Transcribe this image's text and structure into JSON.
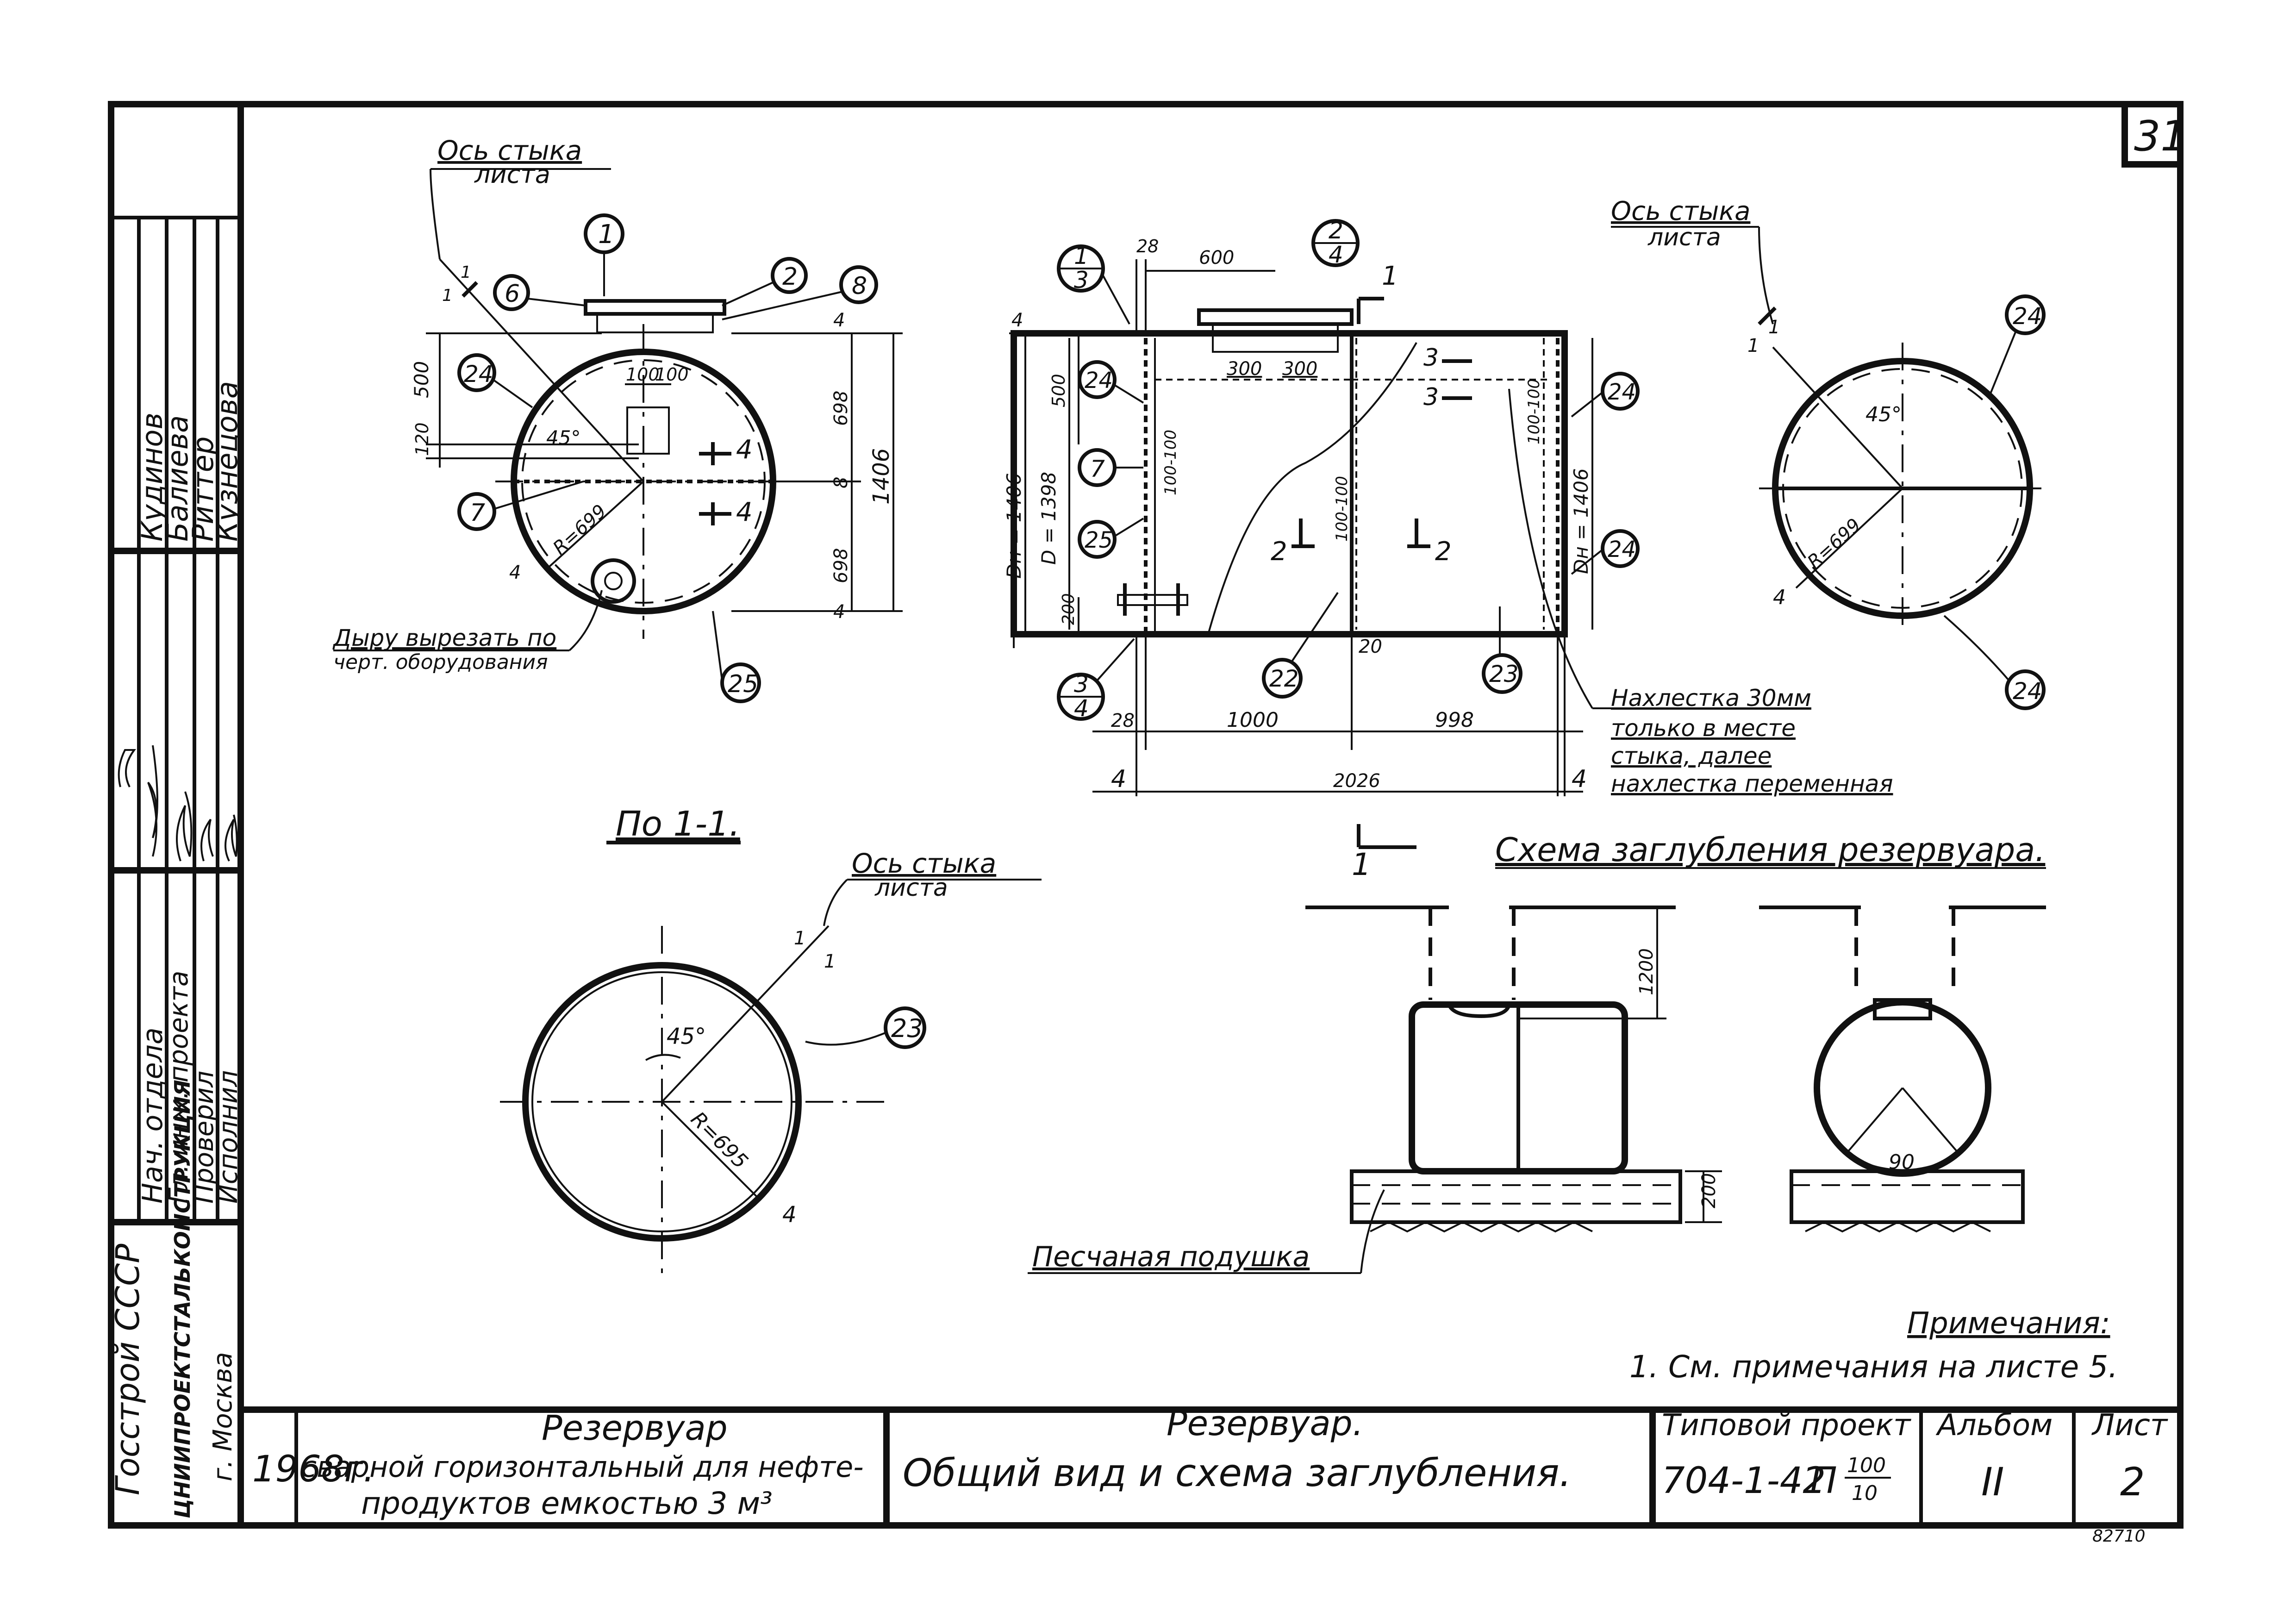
{
  "sheet_number_corner": "31",
  "stamp": {
    "org_lines": [
      "Госстрой СССР",
      "ЦНИИПРОЕКТСТАЛЬКОНСТРУКЦИЯ",
      "г. Москва"
    ],
    "roles": [
      "Нач. отдела",
      "Гл. инж. проекта",
      "Проверил",
      "Исполнил"
    ],
    "names": [
      "Кудинов",
      "Балиева",
      "Риттер",
      "Кузнецова"
    ]
  },
  "views": {
    "left_top": {
      "axis_note_line1": "Ось стыка",
      "axis_note_line2": "листа",
      "dims": [
        "500",
        "120",
        "100",
        "100",
        "698",
        "8",
        "698",
        "1406",
        "4",
        "4",
        "1",
        "1",
        "4"
      ],
      "angle": "45°",
      "radius": "R=699",
      "markers": [
        "1",
        "2",
        "6",
        "8",
        "24",
        "7",
        "25"
      ],
      "section_marks": [
        "4",
        "4"
      ],
      "hole_note_line1": "Дыру вырезать по",
      "hole_note_line2": "черт. оборудования"
    },
    "middle_top": {
      "markers_frac": [
        {
          "num": "1",
          "den": "3"
        },
        {
          "num": "2",
          "den": "4"
        },
        {
          "num": "3",
          "den": "4"
        }
      ],
      "dims_top": [
        "28",
        "600"
      ],
      "dims_inner": [
        "500",
        "300",
        "300",
        "100-100",
        "100-100",
        "100-100",
        "200",
        "20"
      ],
      "dia_outer": "Dн = 1406",
      "dia_inner": "D = 1398",
      "dia_right": "Dн = 1406",
      "dims_bottom": [
        "28",
        "1000",
        "998",
        "4",
        "2026",
        "4",
        "4"
      ],
      "markers": [
        "24",
        "7",
        "25",
        "22",
        "23",
        "24",
        "24"
      ],
      "section_marks": [
        "1",
        "1",
        "2",
        "2",
        "3",
        "3"
      ],
      "overlap_note": [
        "Нахлестка 30мм",
        "только в месте",
        "стыка, далее",
        "нахлестка переменная"
      ]
    },
    "right_top": {
      "axis_note_line1": "Ось стыка",
      "axis_note_line2": "листа",
      "angle": "45°",
      "radius": "R=699",
      "markers": [
        "24",
        "24"
      ],
      "dims": [
        "1",
        "1",
        "4"
      ]
    },
    "section_1_1": {
      "title": "По 1-1.",
      "axis_note_line1": "Ось стыка",
      "axis_note_line2": "листа",
      "angle": "45°",
      "radius": "R=695",
      "marker": "23",
      "dims": [
        "1",
        "1",
        "4"
      ]
    },
    "burial_scheme": {
      "title": "Схема заглубления резервуара.",
      "dims": [
        "1200",
        "200",
        "90"
      ],
      "sand_label": "Песчаная подушка"
    }
  },
  "notes": {
    "title": "Примечания:",
    "text": "1. См. примечания на листе 5."
  },
  "title_block": {
    "year": "1968г.",
    "object_line1": "Резервуар",
    "object_line2": "сварной горизонтальный для нефте-",
    "object_line3": "продуктов емкостью 3 м³",
    "sheet_title_line1": "Резервуар.",
    "sheet_title_line2": "Общий вид и схема заглубления.",
    "project_label": "Типовой проект",
    "project_code": "704-1-42",
    "project_frac_num": "100",
    "project_frac_den": "10",
    "project_frac_prefix": "П",
    "album_label": "Альбом",
    "album_value": "II",
    "sheet_label": "Лист",
    "sheet_value": "2",
    "inventory": "82710"
  }
}
